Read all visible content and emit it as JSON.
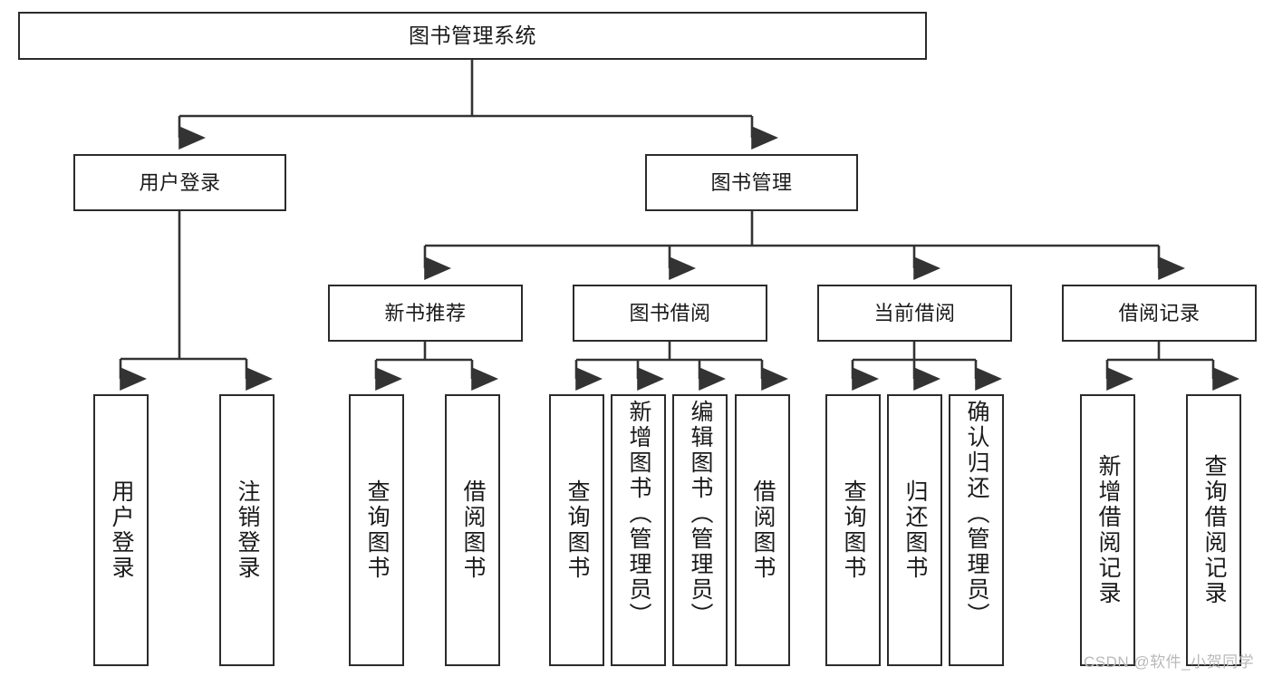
{
  "diagram": {
    "title": "图书管理系统",
    "type": "tree-hierarchy-chart",
    "watermark": "CSDN @软件_小贺同学",
    "colors": {
      "box_border": "#2b2b2b",
      "box_fill": "#ffffff",
      "connector": "#333333",
      "text": "#1a1a1a",
      "watermark": "#b9b9b9",
      "background": "#ffffff"
    },
    "levels": {
      "root": [
        "图书管理系统"
      ],
      "level2": [
        "用户登录",
        "图书管理"
      ],
      "level3": [
        "新书推荐",
        "图书借阅",
        "当前借阅",
        "借阅记录"
      ],
      "leaves": [
        "用户登录",
        "注销登录",
        "查询图书",
        "借阅图书",
        "查询图书",
        "新增图书（管理员）",
        "编辑图书（管理员）",
        "借阅图书",
        "查询图书",
        "归还图书",
        "确认归还（管理员）",
        "新增借阅记录",
        "查询借阅记录"
      ]
    },
    "nodes": {
      "root": {
        "label": "图书管理系统"
      },
      "user_login": {
        "label": "用户登录"
      },
      "book_manage": {
        "label": "图书管理"
      },
      "new_book_rec": {
        "label": "新书推荐"
      },
      "book_borrow": {
        "label": "图书借阅"
      },
      "current_borrow": {
        "label": "当前借阅"
      },
      "borrow_record": {
        "label": "借阅记录"
      },
      "leaf_user_login": {
        "label": "用户登录"
      },
      "leaf_logout": {
        "label": "注销登录"
      },
      "leaf_query_book_1": {
        "label": "查询图书"
      },
      "leaf_borrow_book_1": {
        "label": "借阅图书"
      },
      "leaf_query_book_2": {
        "label": "查询图书"
      },
      "leaf_add_book_admin": {
        "label": "新增图书（管理员）"
      },
      "leaf_edit_book_admin": {
        "label": "编辑图书（管理员）"
      },
      "leaf_borrow_book_2": {
        "label": "借阅图书"
      },
      "leaf_query_book_3": {
        "label": "查询图书"
      },
      "leaf_return_book": {
        "label": "归还图书"
      },
      "leaf_confirm_return_admin": {
        "label": "确认归还（管理员）"
      },
      "leaf_add_borrow_record": {
        "label": "新增借阅记录"
      },
      "leaf_query_borrow_record": {
        "label": "查询借阅记录"
      }
    }
  }
}
